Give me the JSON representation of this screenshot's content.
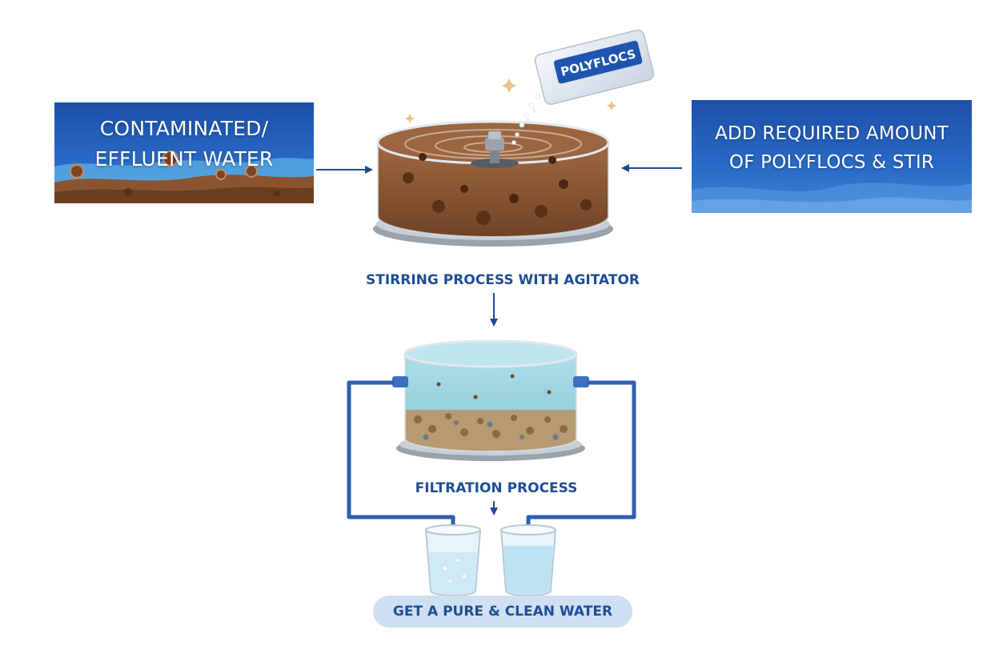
{
  "steps": {
    "input_label_line1": "CONTAMINATED/",
    "input_label_line2": "EFFLUENT WATER",
    "additive_label_line1": "ADD REQUIRED AMOUNT",
    "additive_label_line2": "OF POLYFLOCS & STIR",
    "bag_brand": "POLYFLOCS",
    "stirring_label": "STIRRING PROCESS WITH AGITATOR",
    "filtration_label": "FILTRATION PROCESS",
    "result_label": "GET A PURE & CLEAN WATER"
  },
  "colors": {
    "panel_blue": "#2563c0",
    "label_blue": "#1f4d95",
    "arrow_blue": "#1e4a94",
    "pill_bg": "#cfe0f3",
    "muddy_water": "#8a5a36",
    "clean_water": "#8fd0e0"
  }
}
